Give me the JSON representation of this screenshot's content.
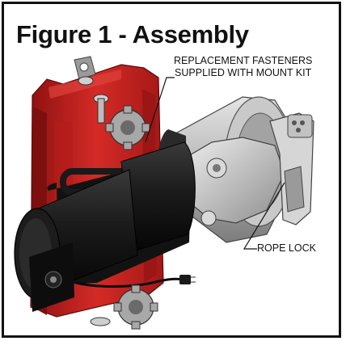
{
  "figure": {
    "title": "Figure 1 - Assembly",
    "callouts": {
      "fasteners_line1": "REPLACEMENT FASTENERS",
      "fasteners_line2": "SUPPLIED WITH MOUNT KIT",
      "rope_lock": "ROPE LOCK"
    }
  },
  "colors": {
    "mount": "#c8201e",
    "motor": "#1a1a1a",
    "drum": "#b8b8b8",
    "text": "#111111"
  }
}
